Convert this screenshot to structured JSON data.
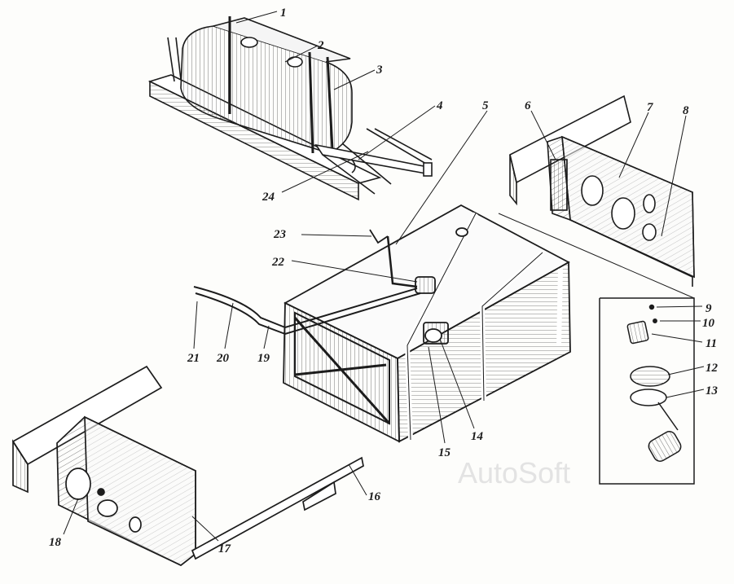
{
  "callouts": [
    "1",
    "2",
    "3",
    "4",
    "5",
    "6",
    "7",
    "8",
    "9",
    "10",
    "11",
    "12",
    "13",
    "14",
    "15",
    "16",
    "17",
    "18",
    "19",
    "20",
    "21",
    "22",
    "23",
    "24"
  ],
  "watermark": "AutoSoft",
  "colors": {
    "ink": "#1c1c1c",
    "paper": "#fdfdfb",
    "watermark": "#e3e3e3"
  }
}
